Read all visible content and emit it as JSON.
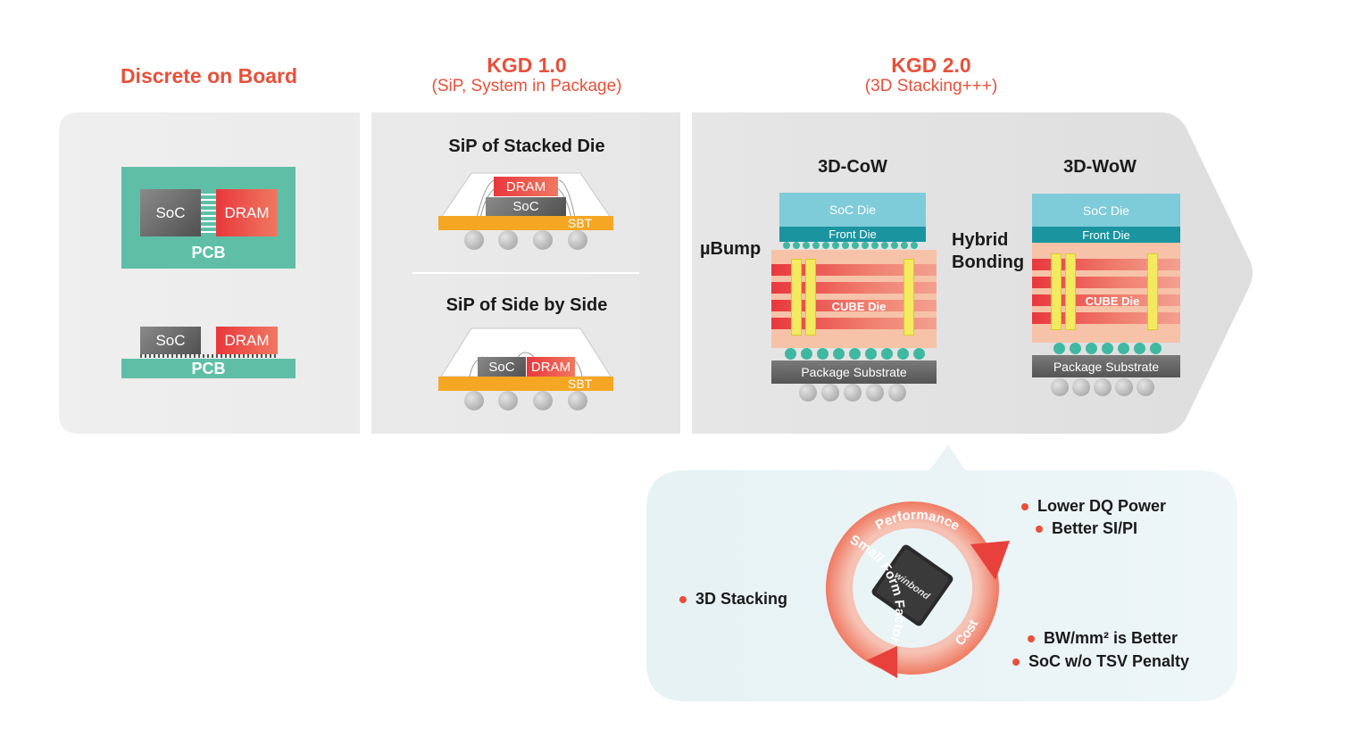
{
  "columns": {
    "discrete": {
      "title": "Discrete on Board"
    },
    "kgd1": {
      "title": "KGD 1.0",
      "subtitle": "(SiP, System in Package)"
    },
    "kgd2": {
      "title": "KGD 2.0",
      "subtitle": "(3D Stacking+++)"
    }
  },
  "discrete_panel": {
    "top": {
      "soc": "SoC",
      "dram": "DRAM",
      "pcb": "PCB"
    },
    "bottom": {
      "soc": "SoC",
      "dram": "DRAM",
      "pcb": "PCB"
    }
  },
  "kgd1_panel": {
    "stacked": {
      "title": "SiP of Stacked Die",
      "dram": "DRAM",
      "soc": "SoC",
      "sbt": "SBT"
    },
    "side": {
      "title": "SiP of Side by Side",
      "soc": "SoC",
      "dram": "DRAM",
      "sbt": "SBT"
    }
  },
  "kgd2_panel": {
    "ubump_label": "µBump",
    "hybrid_label": "Hybrid Bonding",
    "cow": {
      "title": "3D-CoW",
      "soc": "SoC Die",
      "front": "Front Die",
      "cube": "CUBE Die",
      "substrate": "Package Substrate"
    },
    "wow": {
      "title": "3D-WoW",
      "soc": "SoC Die",
      "front": "Front Die",
      "cube": "CUBE Die",
      "substrate": "Package Substrate"
    }
  },
  "cycle": {
    "performance": "Performance",
    "cost": "Cost",
    "small_form_factor": "Small Form Factor",
    "chip_logo": "winbond"
  },
  "bullets": {
    "performance_1": "Lower DQ Power",
    "performance_2": "Better SI/PI",
    "cost_1": "BW/mm² is Better",
    "cost_2": "SoC w/o TSV Penalty",
    "form_factor_1": "3D Stacking"
  },
  "colors": {
    "accent": "#e8503a",
    "pcb": "#5fbfa6",
    "soc_gray": "#6a6a6a",
    "dram_red": "#e8503a",
    "sbt_orange": "#f5a623",
    "soc_die_blue": "#7ecbd9",
    "front_die_teal": "#1a95a0",
    "callout_bg": "#eaf4f6"
  }
}
